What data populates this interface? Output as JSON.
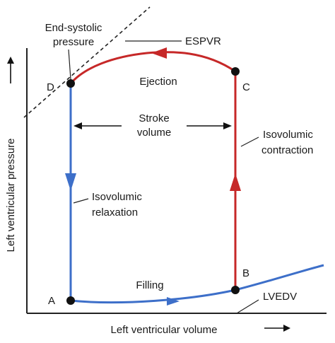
{
  "labels": {
    "end_systolic_line1": "End-systolic",
    "end_systolic_line2": "pressure",
    "espvr": "ESPVR",
    "ejection": "Ejection",
    "stroke_line1": "Stroke",
    "stroke_line2": "volume",
    "isovolumic_contraction_line1": "Isovolumic",
    "isovolumic_contraction_line2": "contraction",
    "isovolumic_relaxation_line1": "Isovolumic",
    "isovolumic_relaxation_line2": "relaxation",
    "filling": "Filling",
    "lvedv": "LVEDV"
  },
  "points": {
    "a": "A",
    "b": "B",
    "c": "C",
    "d": "D"
  },
  "axes": {
    "x_label": "Left ventricular volume",
    "y_label": "Left ventricular pressure"
  },
  "colors": {
    "red": "#c62828",
    "blue": "#3d6fc9",
    "axis": "#222222",
    "point": "#111111"
  }
}
